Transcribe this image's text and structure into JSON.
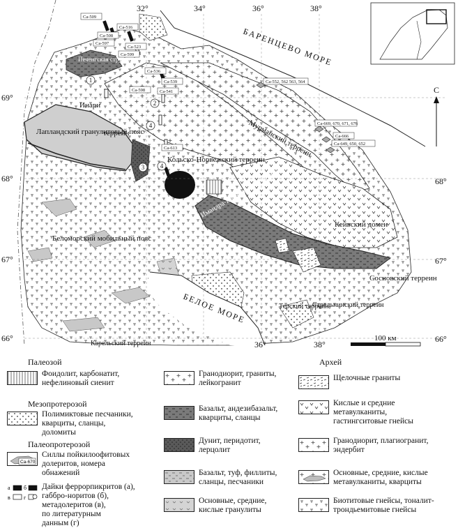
{
  "map": {
    "lon_labels": [
      "32°",
      "34°",
      "36°",
      "38°",
      "36°",
      "38°"
    ],
    "lat_labels_left": [
      "69°",
      "68°",
      "67°",
      "66°"
    ],
    "lat_labels_right": [
      "68°",
      "67°",
      "66°"
    ],
    "sea_labels": [
      "БАРЕНЦЕВО МОРЕ",
      "БЕЛОЕ МОРЕ"
    ],
    "regions": [
      "Печенгская структура",
      "Лапландский гранулитовый пояс",
      "Инари",
      "терреин",
      "Кольско-Норвежский терреин",
      "Мурманский терреин",
      "Беломорский мобильный пояс",
      "Имандра-Варзугская структура",
      "Кейвский домен",
      "Сосновский терреин",
      "Терский терреин",
      "Стрельнинский терреин",
      "Карельский терреин"
    ],
    "scale_label": "100 км",
    "north_label": "С",
    "sample_labels": [
      "Ca-509",
      "Ca-508",
      "Ca-597",
      "Ca-516",
      "Ca-523",
      "Ca-599",
      "Ca-536",
      "Ca-539",
      "Ca-598",
      "Ca-541",
      "Ca-613",
      "Ca-552, 562 563, 564",
      "Ca-669, 670, 671, 676",
      "Ca-666",
      "Ca-649, 650, 652"
    ],
    "circle_numbers": [
      "1",
      "2",
      "3",
      "4",
      "4"
    ]
  },
  "legend": {
    "headers": [
      "Палеозой",
      "Мезопротерозой",
      "Палеопротерозой",
      "Архей"
    ],
    "items": [
      {
        "text": "Фоидолит, карбонатит,\nнефелиновый сиенит"
      },
      {
        "text": "Полимиктовые песчаники,\nкварциты, сланцы,\nдоломиты"
      },
      {
        "text": "Силлы пойкилоофитовых\nдолеритов, номера\nобнажений",
        "swatch_label": "Ca-670"
      },
      {
        "text": "Дайки феррорпикритов (а),\nгаббро-норитов (б),\nметадолеритов (в),\nпо литературным\nданным (г)",
        "swatch_letters": [
          "а",
          "б",
          "в",
          "г"
        ]
      },
      {
        "text": "Гранодиорит, граниты,\nлейкогранит"
      },
      {
        "text": "Базальт, андезибазальт,\nкварциты, сланцы"
      },
      {
        "text": "Дунит, перидотит,\nлерцолит"
      },
      {
        "text": "Базальт, туф, филлиты,\nсланцы, песчаники"
      },
      {
        "text": "Основные, средние,\nкислые гранулиты"
      },
      {
        "text": "Щелочные граниты"
      },
      {
        "text": "Кислые и средние\nметавулканиты,\nгастингситовые гнейсы"
      },
      {
        "text": "Гранодиорит, плагиогранит,\nэндербит"
      },
      {
        "text": "Основные, средние, кислые\nметавулканиты, кварциты"
      },
      {
        "text": "Биотитовые гнейсы, тоналит-\nтрондьемитовые гнейсы"
      }
    ]
  }
}
